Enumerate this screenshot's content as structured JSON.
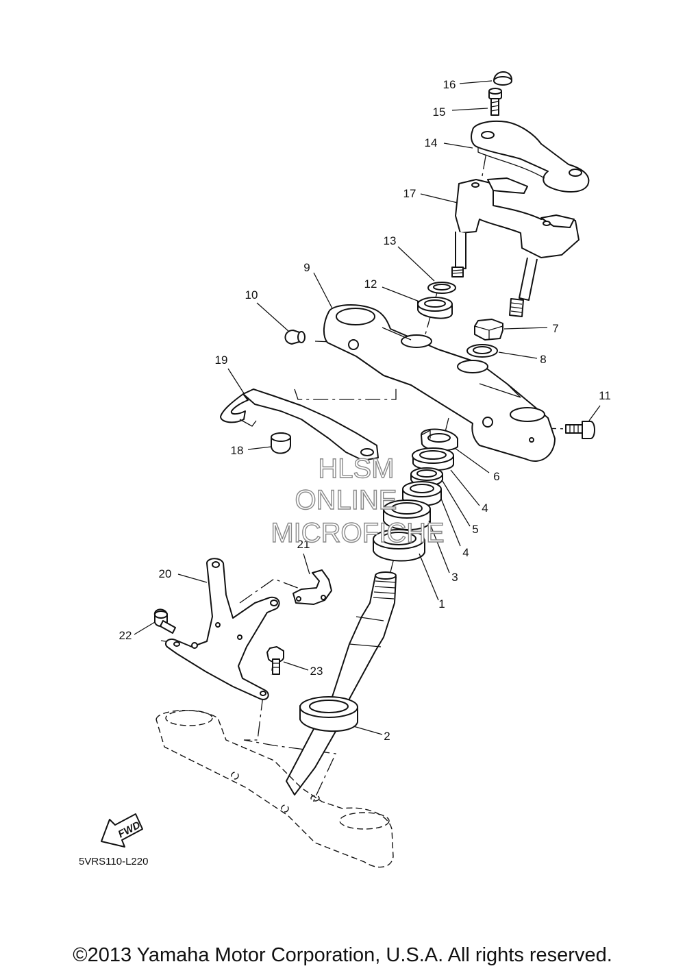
{
  "diagram": {
    "part_labels": [
      "1",
      "2",
      "3",
      "4",
      "4",
      "5",
      "6",
      "7",
      "8",
      "9",
      "10",
      "11",
      "12",
      "13",
      "14",
      "15",
      "16",
      "17",
      "18",
      "19",
      "20",
      "21",
      "22",
      "23"
    ],
    "watermark": {
      "line1": "HLSM",
      "line2": "ONLINE",
      "line3": "MICROFICHE"
    },
    "drawing_code": "5VRS110-L220",
    "fwd_label": "FWD",
    "copyright": "©2013 Yamaha Motor Corporation, U.S.A. All rights reserved."
  }
}
